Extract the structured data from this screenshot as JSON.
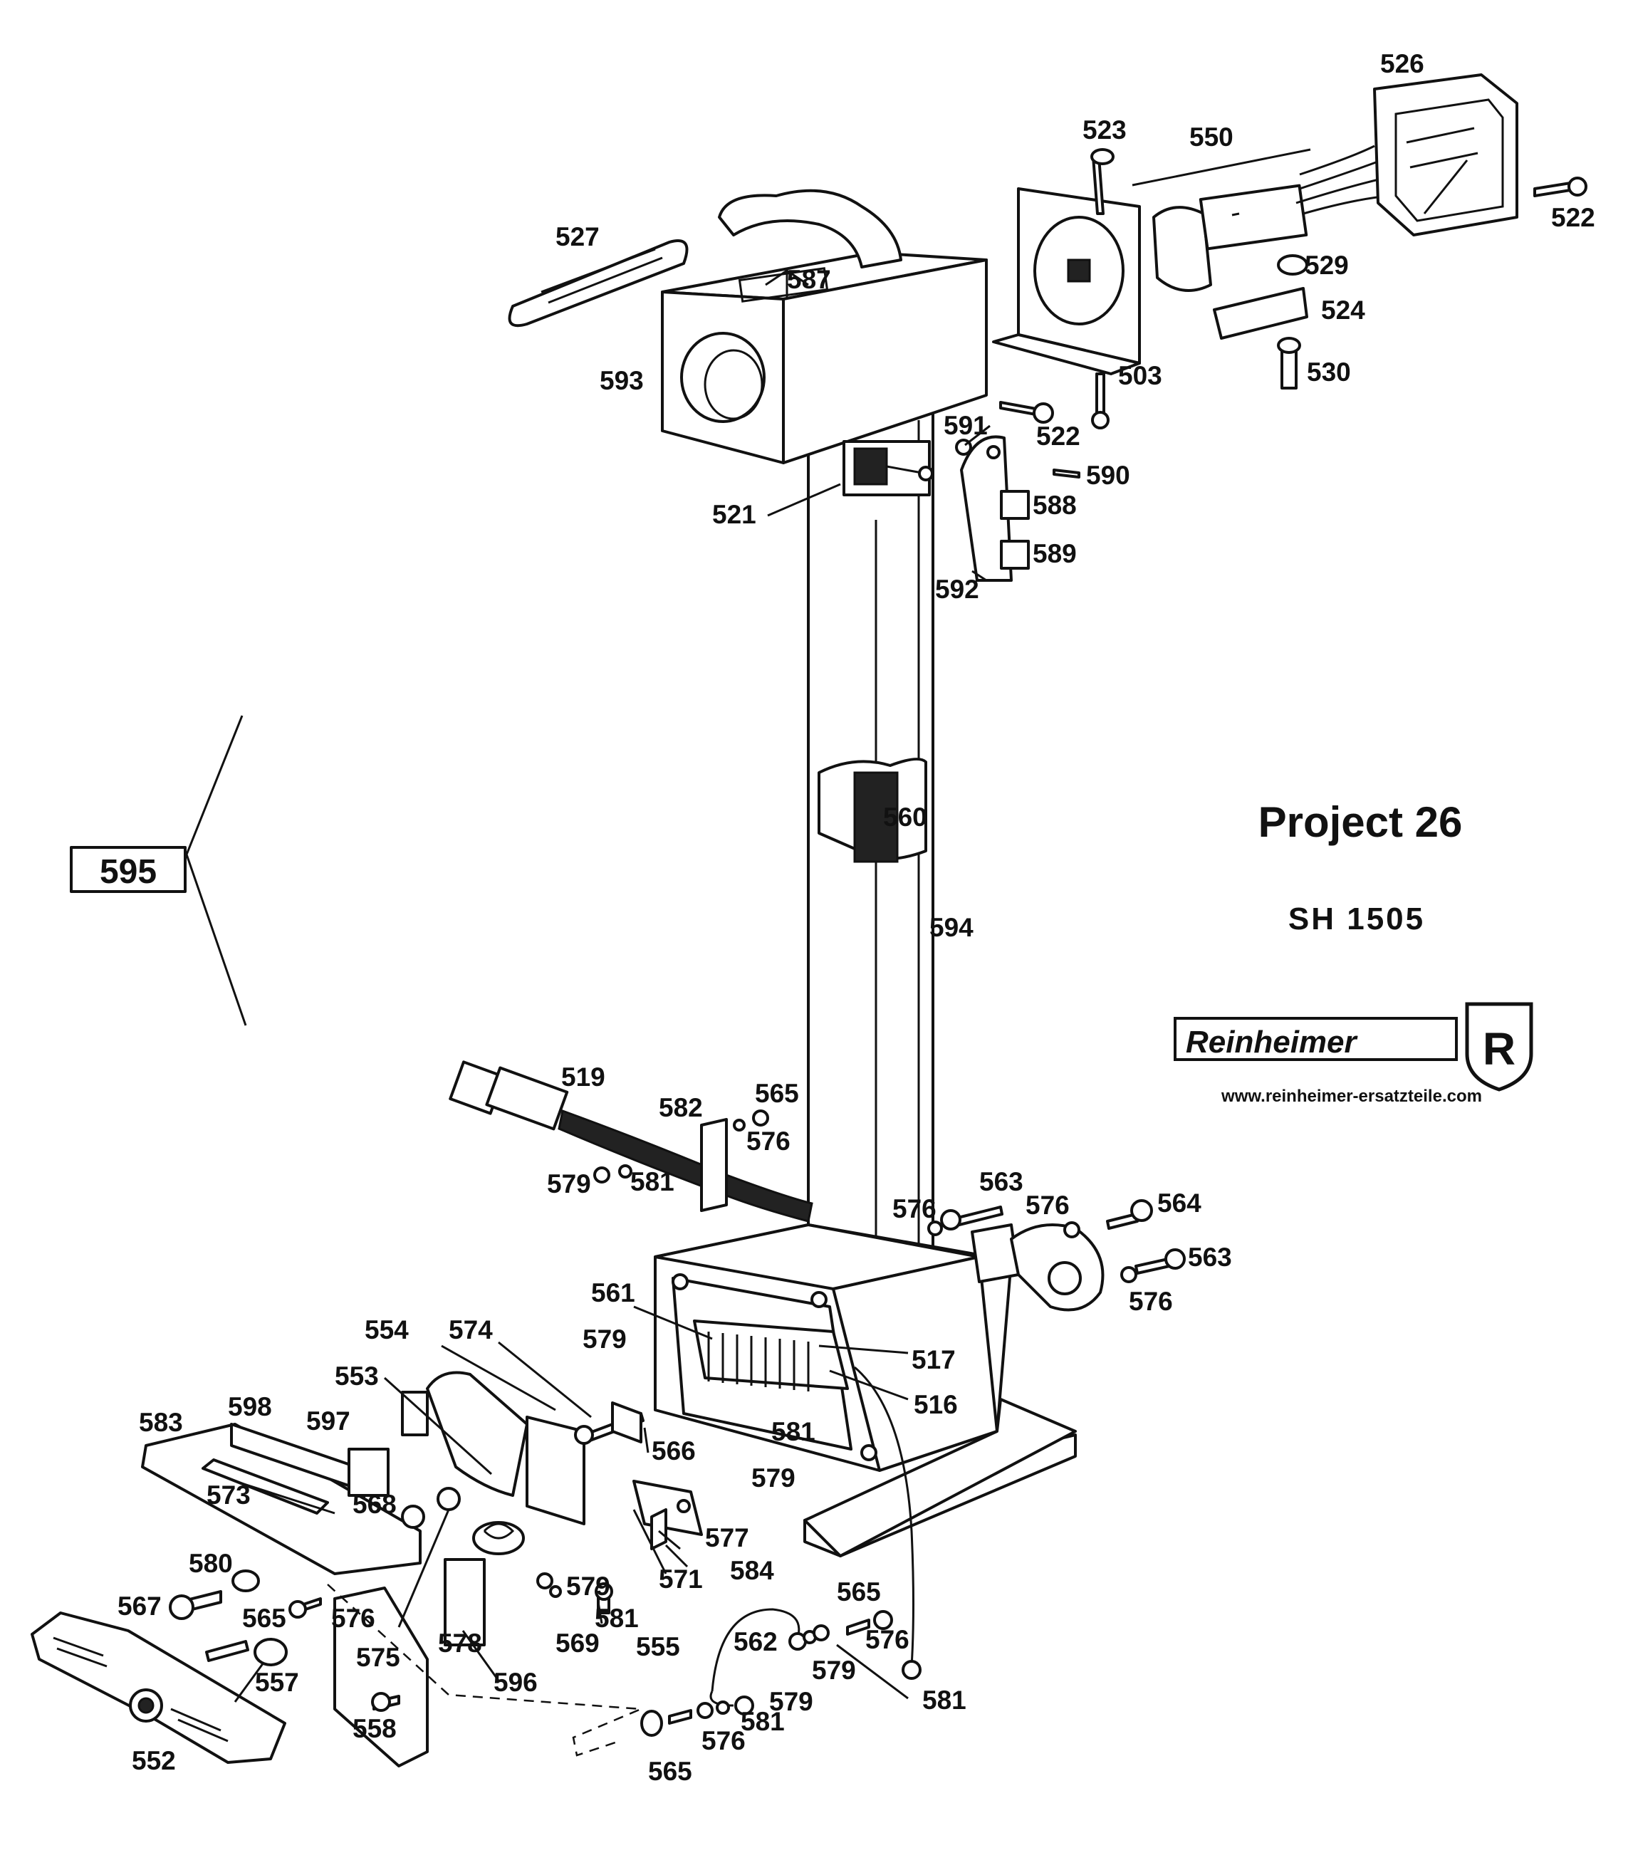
{
  "title": "Project 26",
  "model": "SH 1505",
  "brand": {
    "name": "Reinheimer",
    "emblem_letter": "R",
    "url": "www.reinheimer-ersatzteile.com"
  },
  "callout_595": "595",
  "parts": {
    "p526": "526",
    "p523": "523",
    "p550": "550",
    "p522a": "522",
    "p527": "527",
    "p587": "587",
    "p529": "529",
    "p524": "524",
    "p593": "593",
    "p503": "503",
    "p530": "530",
    "p591": "591",
    "p522b": "522",
    "p590": "590",
    "p521": "521",
    "p588": "588",
    "p589": "589",
    "p592": "592",
    "p560": "560",
    "p594": "594",
    "p519": "519",
    "p565a": "565",
    "p582": "582",
    "p576a": "576",
    "p579a": "579",
    "p581a": "581",
    "p563a": "563",
    "p576b": "576",
    "p576c": "576",
    "p564": "564",
    "p563b": "563",
    "p576d": "576",
    "p561": "561",
    "p579b": "579",
    "p517": "517",
    "p516": "516",
    "p554": "554",
    "p574": "574",
    "p553": "553",
    "p598": "598",
    "p597": "597",
    "p583": "583",
    "p566": "566",
    "p581b": "581",
    "p579c": "579",
    "p573": "573",
    "p568": "568",
    "p577": "577",
    "p571": "571",
    "p584": "584",
    "p580": "580",
    "p579d": "579",
    "p567": "567",
    "p565b": "565",
    "p576e": "576",
    "p581c": "581",
    "p565c": "565",
    "p575": "575",
    "p578": "578",
    "p569": "569",
    "p555": "555",
    "p562": "562",
    "p576f": "576",
    "p557": "557",
    "p596": "596",
    "p579e": "579",
    "p581d": "581",
    "p579f": "579",
    "p558": "558",
    "p581e": "581",
    "p576g": "576",
    "p552": "552",
    "p565d": "565"
  }
}
